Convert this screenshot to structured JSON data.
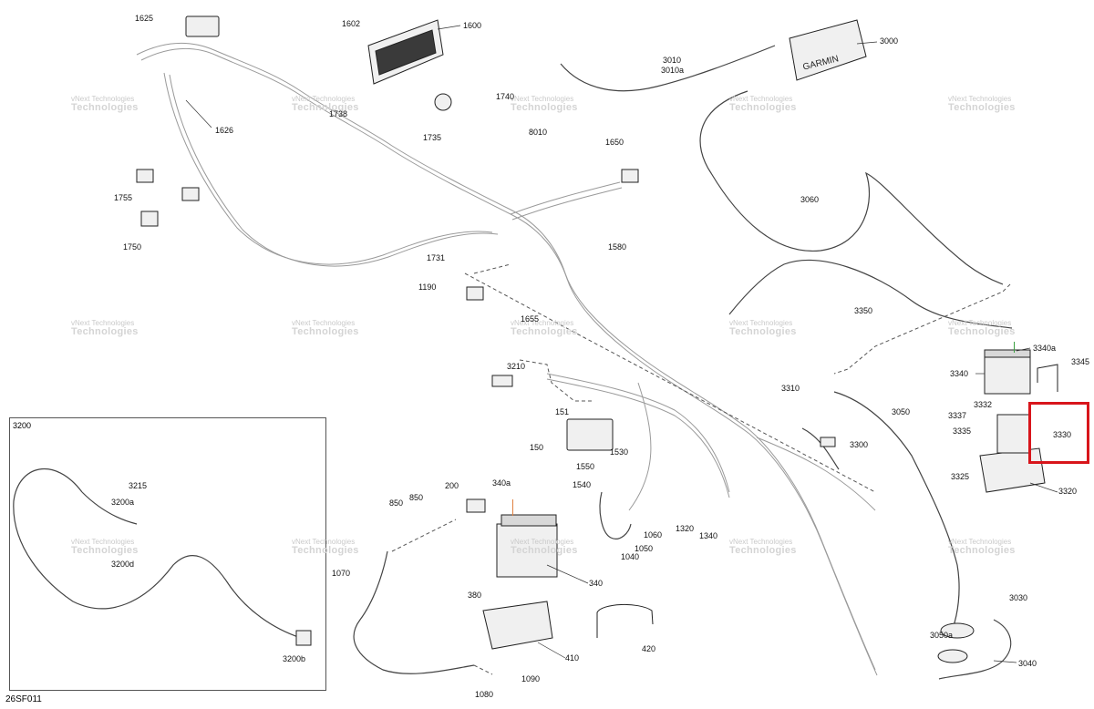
{
  "diagram_code": "26SF011",
  "watermark": {
    "line1": "vNext",
    "line2": "Technologies",
    "small": "vNext Technologies"
  },
  "inset": {
    "title": "3200"
  },
  "brand_label": "GARMIN",
  "callouts": {
    "c1625": "1625",
    "c1602": "1602",
    "c1600": "1600",
    "c1626": "1626",
    "c1738": "1738",
    "c1740": "1740",
    "c1735": "1735",
    "c8010": "8010",
    "c3010": "3010",
    "c3010a": "3010a",
    "c3000": "3000",
    "c1650": "1650",
    "c1755": "1755",
    "c1750": "1750",
    "c3060": "3060",
    "c1731": "1731",
    "c1580": "1580",
    "c1190": "1190",
    "c1655": "1655",
    "c3350": "3350",
    "c3340a": "3340a",
    "c3345": "3345",
    "c3340": "3340",
    "c3210": "3210",
    "c151": "151",
    "c3310": "3310",
    "c3050": "3050",
    "c3332": "3332",
    "c3337": "3337",
    "c3335": "3335",
    "c3330": "3330",
    "c3300": "3300",
    "c150": "150",
    "c1530": "1530",
    "c1550": "1550",
    "c3325": "3325",
    "c3320": "3320",
    "c3215": "3215",
    "c3200a": "3200a",
    "c200": "200",
    "c340a": "340a",
    "c1540": "1540",
    "c850a": "850",
    "c850b": "850",
    "c1320": "1320",
    "c1340": "1340",
    "c1060": "1060",
    "c1050": "1050",
    "c1040": "1040",
    "c3200d": "3200d",
    "c1070": "1070",
    "c340": "340",
    "c380": "380",
    "c3030": "3030",
    "c3050a": "3050a",
    "c3040": "3040",
    "c3200b": "3200b",
    "c410": "410",
    "c420": "420",
    "c1090": "1090",
    "c1080": "1080"
  }
}
